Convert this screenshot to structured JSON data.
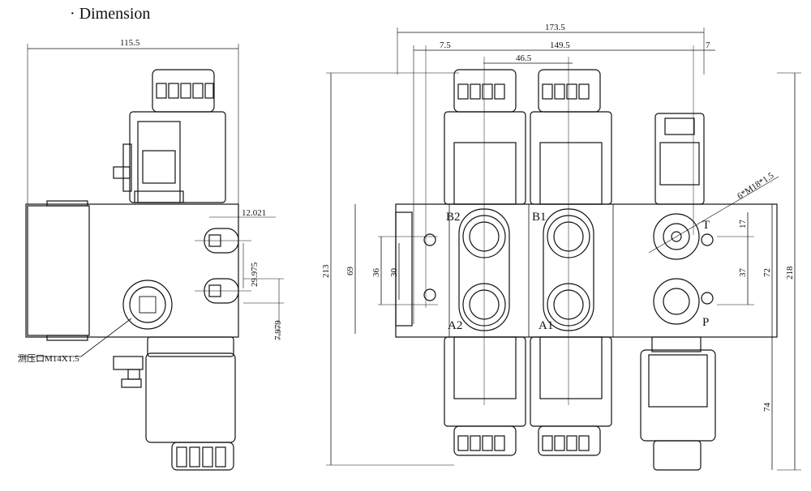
{
  "title": "· Dimension",
  "side_view": {
    "width": "115.5",
    "port_dims": [
      "12.021",
      "29.975",
      "7.979"
    ],
    "gauge_port_label": "测压口M14X1.5"
  },
  "front_view": {
    "overall_width": "173.5",
    "dims": {
      "left_offset": "7.5",
      "center_width": "149.5",
      "pitch": "46.5",
      "right_offset": "7"
    },
    "heights": {
      "total": "213",
      "body": "69",
      "port_a": "36",
      "port_b": "30",
      "right_t": "17",
      "right_p": "37",
      "right_body": "72",
      "right_total": "218",
      "coil": "74"
    },
    "thread_note": "6*M18*1.5",
    "port_labels": [
      "B2",
      "B1",
      "A2",
      "A1",
      "T",
      "P"
    ]
  }
}
